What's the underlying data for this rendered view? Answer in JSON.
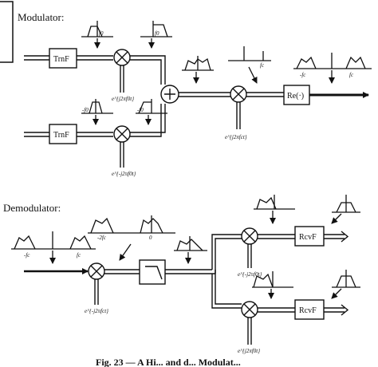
{
  "diagram": {
    "modulator_title": "Modulator:",
    "demodulator_title": "Demodulator:",
    "caption_fragment": "Fig. 23 — A Hi... and d... Modulat...",
    "blocks": {
      "trnf": "TrnF",
      "re": "Re(·)",
      "lpf": "",
      "rcvf": "RcvF"
    },
    "spectrum_labels": {
      "f0": "f0",
      "neg_f0": "-f0",
      "fc": "fc",
      "neg_fc": "-fc",
      "neg_2fc": "-2fc",
      "zero": "0"
    },
    "carrier_labels": {
      "mod_upper": "e^{j2πf0t}",
      "mod_lower": "e^{-j2πf0t}",
      "mod_carrier": "e^{j2πfct}",
      "demod_carrier": "e^{-j2πfct}",
      "demod_upper": "e^{-j2πf0t}",
      "demod_lower": "e^{j2πf0t}"
    },
    "operators": {
      "multiply": "×",
      "add": "+"
    }
  }
}
